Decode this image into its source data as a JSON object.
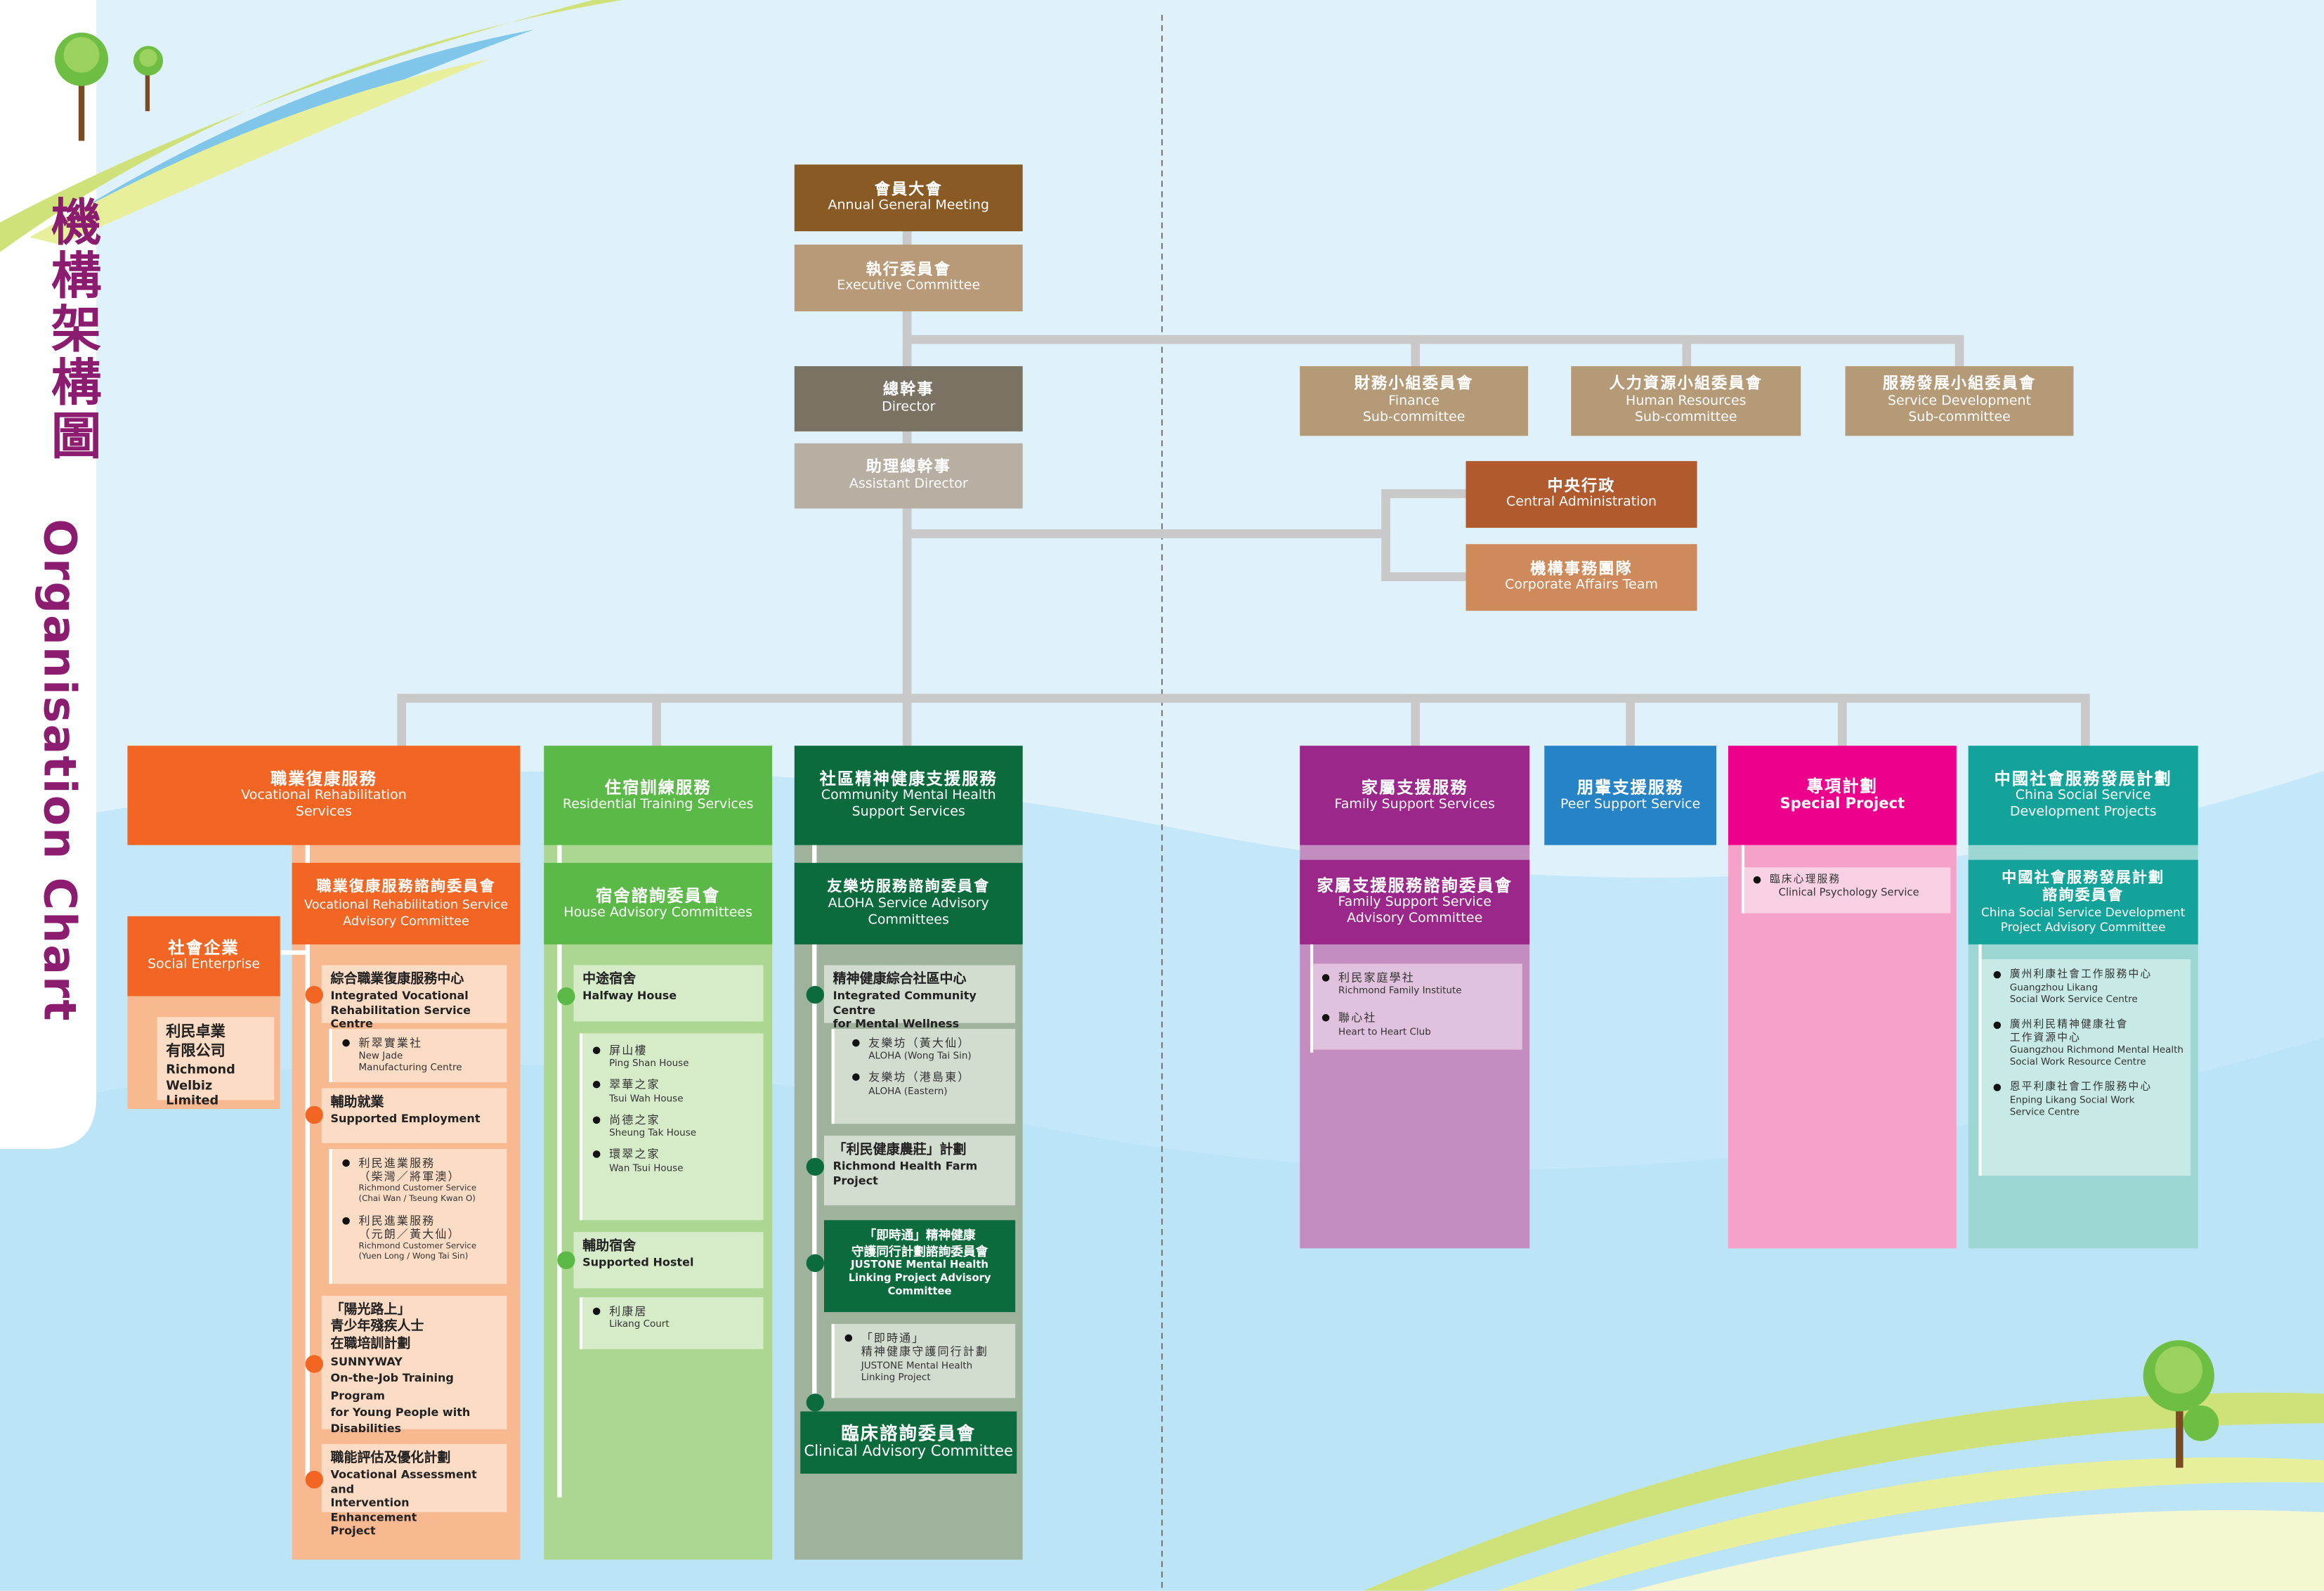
{
  "title": {
    "zh": "機構架構圖",
    "en": "Organisation Chart"
  },
  "colors": {
    "title": "#8c1c6f",
    "connector": "#c9c9c9",
    "vr": "#f26522",
    "rt": "#5bb947",
    "cmh": "#0b6b3d",
    "family": "#9a2789",
    "peer": "#2683c6",
    "special": "#ec008c",
    "china": "#13a39a"
  },
  "governance": {
    "agm": {
      "zh": "會員大會",
      "en": "Annual General Meeting"
    },
    "executive": {
      "zh": "執行委員會",
      "en": "Executive Committee"
    },
    "director": {
      "zh": "總幹事",
      "en": "Director"
    },
    "assistant_director": {
      "zh": "助理總幹事",
      "en": "Assistant Director"
    }
  },
  "subcommittees": [
    {
      "zh": "財務小組委員會",
      "en": "Finance\nSub-committee"
    },
    {
      "zh": "人力資源小組委員會",
      "en": "Human Resources\nSub-committee"
    },
    {
      "zh": "服務發展小組委員會",
      "en": "Service Development\nSub-committee"
    }
  ],
  "administration": [
    {
      "zh": "中央行政",
      "en": "Central Administration"
    },
    {
      "zh": "機構事務團隊",
      "en": "Corporate Affairs Team"
    }
  ],
  "vr": {
    "header": {
      "zh": "職業復康服務",
      "en": "Vocational Rehabilitation\nServices"
    },
    "advisory": {
      "zh": "職業復康服務諮詢委員會",
      "en": "Vocational Rehabilitation Service\nAdvisory Committee"
    },
    "social_enterprise": {
      "zh": "社會企業",
      "en": "Social Enterprise",
      "company_zh": "利民卓業\n有限公司",
      "company_en": "Richmond Welbiz\nLimited"
    },
    "items": [
      {
        "zh": "綜合職業復康服務中心",
        "en": "Integrated Vocational\nRehabilitation Service Centre",
        "sub": [
          {
            "zh": "新翠實業社",
            "en": "New Jade\nManufacturing Centre"
          }
        ]
      },
      {
        "zh": "輔助就業",
        "en": "Supported Employment",
        "sub": [
          {
            "zh": "利民進業服務\n（柴灣／將軍澳）",
            "en": "Richmond Customer Service\n(Chai Wan / Tseung Kwan O)"
          },
          {
            "zh": "利民進業服務\n（元朗／黃大仙）",
            "en": "Richmond Customer Service\n(Yuen Long / Wong Tai Sin)"
          }
        ]
      },
      {
        "zh": "「陽光路上」\n青少年殘疾人士\n在職培訓計劃",
        "en": "SUNNYWAY\nOn-the-Job Training Program\nfor Young People with\nDisabilities"
      },
      {
        "zh": "職能評估及優化計劃",
        "en": "Vocational Assessment and\nIntervention Enhancement\nProject"
      }
    ]
  },
  "rt": {
    "header": {
      "zh": "住宿訓練服務",
      "en": "Residential Training Services"
    },
    "advisory": {
      "zh": "宿舍諮詢委員會",
      "en": "House Advisory Committees"
    },
    "items": [
      {
        "zh": "中途宿舍",
        "en": "Halfway House",
        "sub": [
          {
            "zh": "屏山樓",
            "en": "Ping Shan House"
          },
          {
            "zh": "翠華之家",
            "en": "Tsui Wah House"
          },
          {
            "zh": "尚德之家",
            "en": "Sheung Tak House"
          },
          {
            "zh": "環翠之家",
            "en": "Wan Tsui House"
          }
        ]
      },
      {
        "zh": "輔助宿舍",
        "en": "Supported Hostel",
        "sub": [
          {
            "zh": "利康居",
            "en": "Likang Court"
          }
        ]
      }
    ]
  },
  "cmh": {
    "header": {
      "zh": "社區精神健康支援服務",
      "en": "Community Mental Health\nSupport Services"
    },
    "advisory": {
      "zh": "友樂坊服務諮詢委員會",
      "en": "ALOHA Service Advisory\nCommittees"
    },
    "items": [
      {
        "zh": "精神健康綜合社區中心",
        "en": "Integrated Community Centre\nfor Mental Wellness",
        "sub": [
          {
            "zh": "友樂坊（黃大仙）",
            "en": "ALOHA (Wong Tai Sin)"
          },
          {
            "zh": "友樂坊（港島東）",
            "en": "ALOHA (Eastern)"
          }
        ]
      },
      {
        "zh": "「利民健康農莊」計劃",
        "en": "Richmond Health Farm\nProject"
      },
      {
        "zh": "「即時通」精神健康\n守護同行計劃諮詢委員會",
        "en": "JUSTONE Mental Health\nLinking Project Advisory\nCommittee",
        "sub": [
          {
            "zh": "「即時通」\n精神健康守護同行計劃",
            "en": "JUSTONE Mental Health\nLinking Project"
          }
        ]
      },
      {
        "zh": "臨床諮詢委員會",
        "en": "Clinical Advisory Committee"
      }
    ]
  },
  "family": {
    "header": {
      "zh": "家屬支援服務",
      "en": "Family Support Services"
    },
    "advisory": {
      "zh": "家屬支援服務諮詢委員會",
      "en": "Family Support Service\nAdvisory Committee"
    },
    "sub": [
      {
        "zh": "利民家庭學社",
        "en": "Richmond Family Institute"
      },
      {
        "zh": "聯心社",
        "en": "Heart to Heart Club"
      }
    ]
  },
  "peer": {
    "header": {
      "zh": "朋輩支援服務",
      "en": "Peer Support Service"
    }
  },
  "special": {
    "header": {
      "zh": "專項計劃",
      "en": "Special Project"
    },
    "sub": [
      {
        "zh": "臨床心理服務",
        "en": "Clinical Psychology Service"
      }
    ]
  },
  "china": {
    "header": {
      "zh": "中國社會服務發展計劃",
      "en": "China Social Service\nDevelopment Projects"
    },
    "advisory": {
      "zh": "中國社會服務發展計劃\n諮詢委員會",
      "en": "China Social Service Development\nProject Advisory Committee"
    },
    "sub": [
      {
        "zh": "廣州利康社會工作服務中心",
        "en": "Guangzhou Likang\nSocial Work Service Centre"
      },
      {
        "zh": "廣州利民精神健康社會\n工作資源中心",
        "en": "Guangzhou Richmond Mental Health\nSocial Work Resource Centre"
      },
      {
        "zh": "恩平利康社會工作服務中心",
        "en": "Enping Likang Social Work\nService Centre"
      }
    ]
  }
}
